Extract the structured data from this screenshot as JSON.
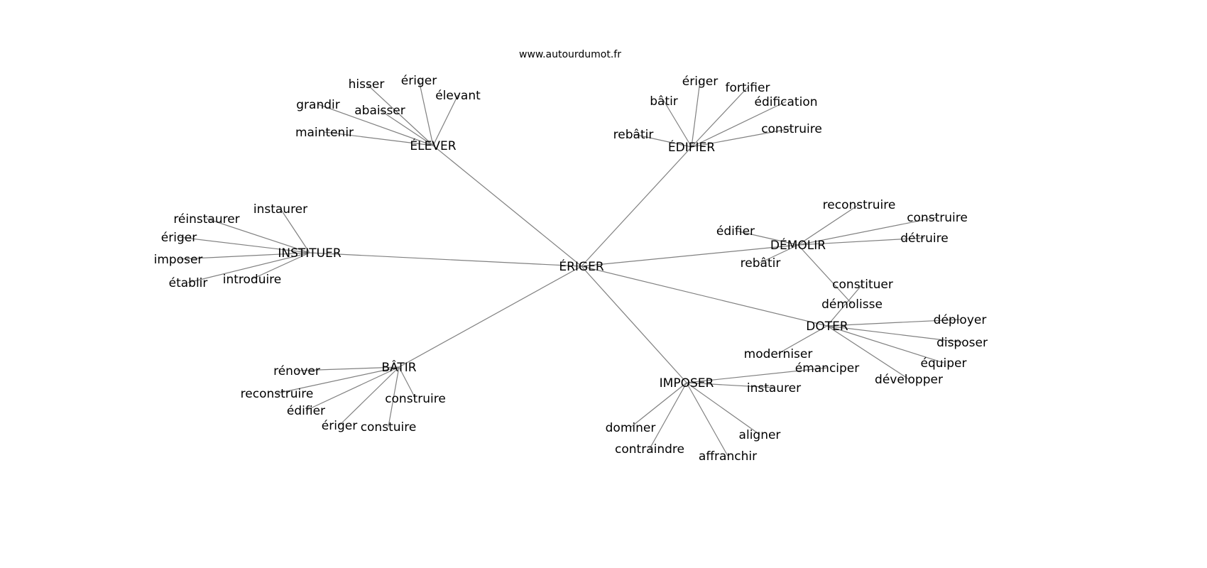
{
  "title": "www.autourdumot.fr",
  "edge_color": "#808080",
  "center": "ÉRIGER",
  "hubs": [
    {
      "label": "ÉLEVER",
      "children": [
        "maintenir",
        "grandir",
        "hisser",
        "abaisser",
        "ériger",
        "élevant"
      ]
    },
    {
      "label": "ÉDIFIER",
      "children": [
        "rebâtir",
        "bâtir",
        "ériger",
        "fortifier",
        "édification",
        "construire"
      ]
    },
    {
      "label": "INSTITUER",
      "children": [
        "instaurer",
        "réinstaurer",
        "ériger",
        "imposer",
        "établir",
        "introduire"
      ]
    },
    {
      "label": "DÉMOLIR",
      "children": [
        "reconstruire",
        "construire",
        "édifier",
        "détruire",
        "rebâtir",
        "démolisse"
      ]
    },
    {
      "label": "DOTER",
      "children": [
        "constituer",
        "déployer",
        "disposer",
        "équiper",
        "développer",
        "moderniser"
      ]
    },
    {
      "label": "IMPOSER",
      "children": [
        "émanciper",
        "instaurer",
        "dominer",
        "contraindre",
        "affranchir",
        "aligner"
      ]
    },
    {
      "label": "BÂTIR",
      "children": [
        "rénover",
        "reconstruire",
        "édifier",
        "ériger",
        "constuire",
        "construire"
      ]
    }
  ]
}
